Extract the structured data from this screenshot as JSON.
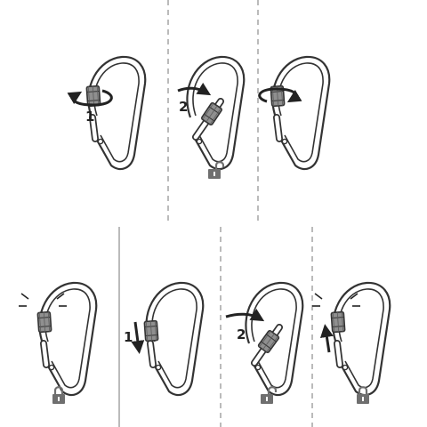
{
  "steps": {
    "top_open_1": "1",
    "top_open_2": "2",
    "bottom_open_1": "1",
    "bottom_open_2": "2"
  },
  "colors": {
    "outline": "#333333",
    "sleeve": "#8f8f8f",
    "lock_icon": "#6f6f6f",
    "divider": "#777777"
  },
  "icons": {
    "locked": "padlock-locked-icon",
    "unlocked": "padlock-unlocked-icon",
    "rotate": "rotate-arrow-icon",
    "slide": "straight-arrow-icon",
    "click": "click-burst-icon"
  }
}
